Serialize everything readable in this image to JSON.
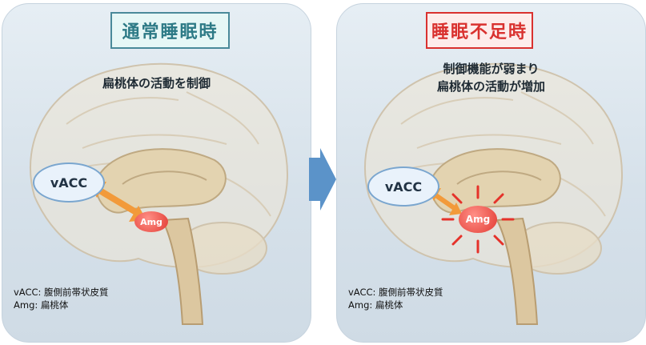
{
  "left_panel": {
    "title": "通常睡眠時",
    "caption": "扁桃体の活動を制御",
    "vacc_label": "vACC",
    "amg_label": "Amg",
    "legend_line1": "vACC: 腹側前帯状皮質",
    "legend_line2": "Amg: 扁桃体"
  },
  "right_panel": {
    "title": "睡眠不足時",
    "caption_line1": "制御機能が弱まり",
    "caption_line2": "扁桃体の活動が増加",
    "vacc_label": "vACC",
    "amg_label": "Amg",
    "legend_line1": "vACC: 腹側前帯状皮質",
    "legend_line2": "Amg: 扁桃体"
  },
  "colors": {
    "left_title": "#2d7a86",
    "right_title": "#d9312f",
    "arrow_orange": "#f29a3a",
    "amg_red": "#e23b33",
    "center_arrow": "#5b93c9"
  }
}
